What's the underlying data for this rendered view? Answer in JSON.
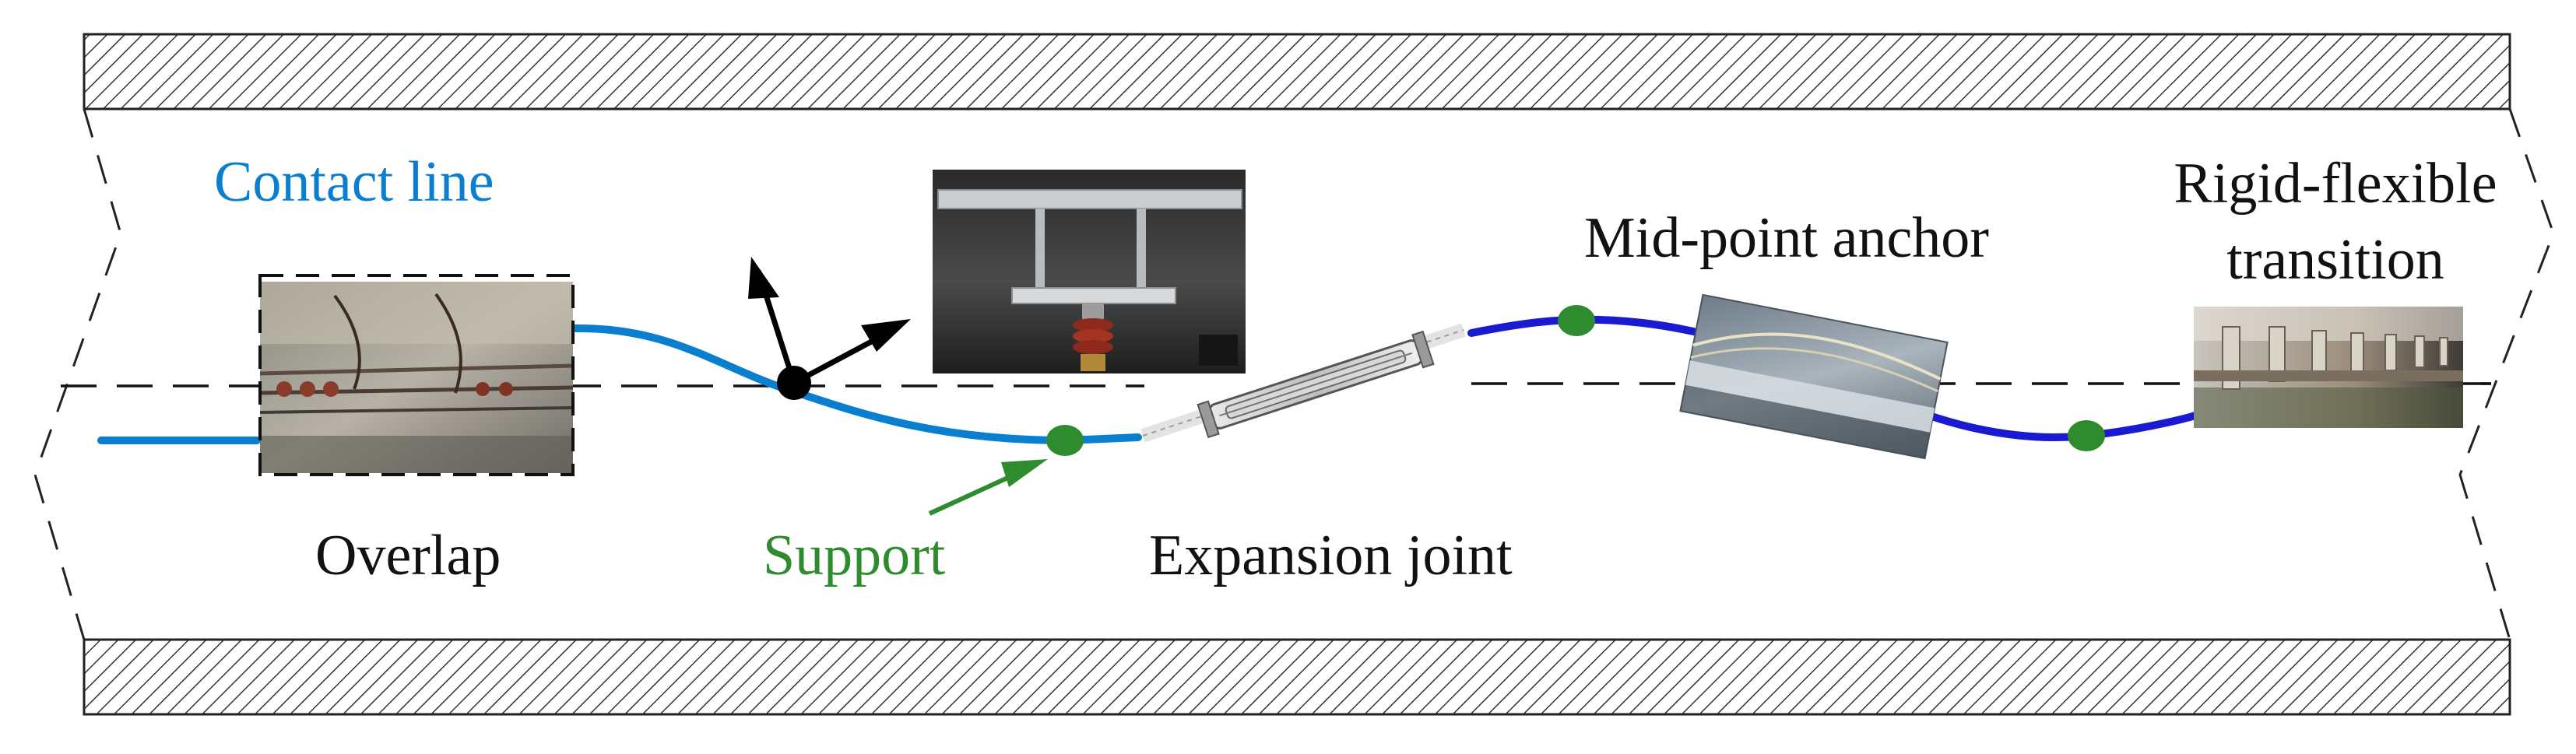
{
  "labels": {
    "contact_line": "Contact line",
    "overlap": "Overlap",
    "support": "Support",
    "expansion_joint": "Expansion joint",
    "mid_point_anchor": "Mid-point anchor",
    "rigid_flexible_line1": "Rigid-flexible",
    "rigid_flexible_line2": "transition"
  },
  "colors": {
    "contact_line": "#0a7fd0",
    "anchor_section": "#1a1ad0",
    "support": "#2e8b2e",
    "text": "#111111",
    "hatch": "#333333"
  }
}
